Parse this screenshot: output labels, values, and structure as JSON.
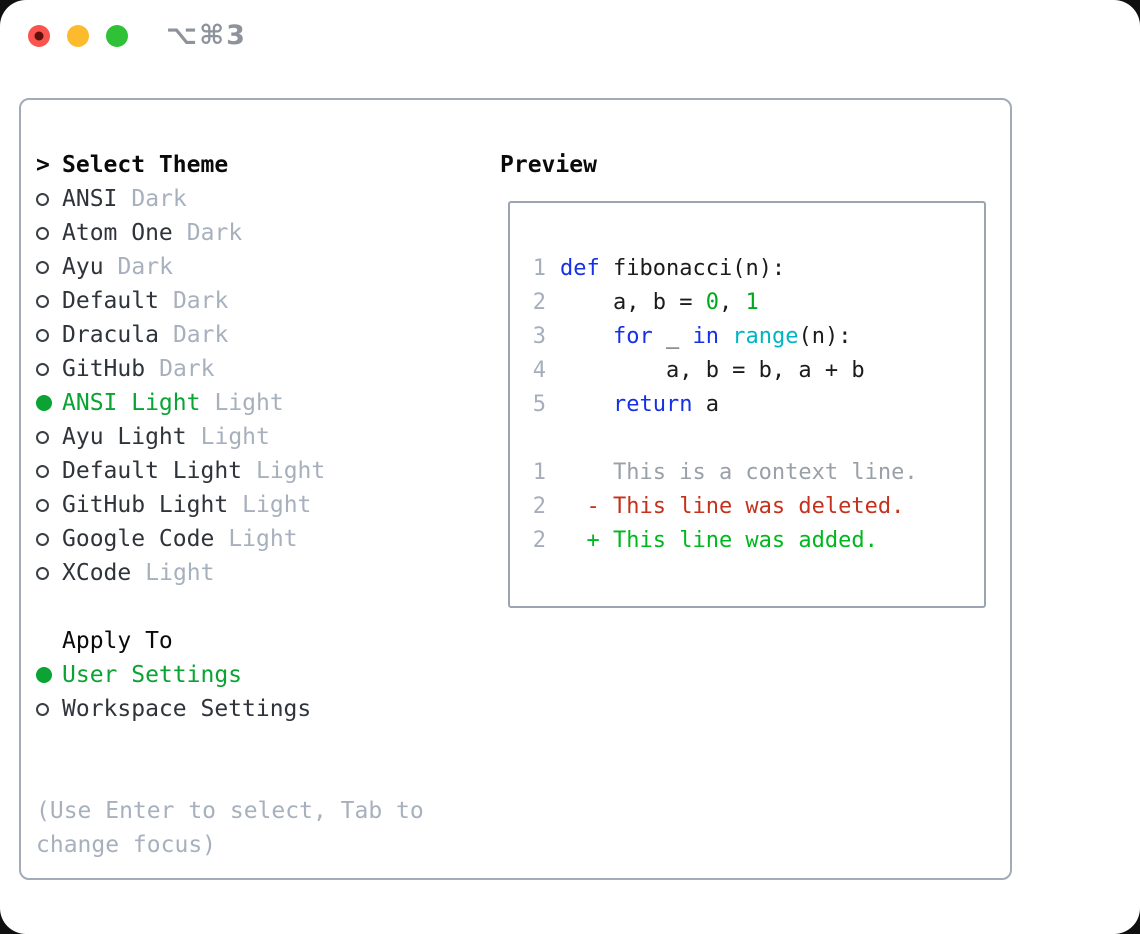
{
  "titlebar": {
    "title": "⌥⌘3",
    "buttons": [
      {
        "role": "close",
        "has_dot": true
      },
      {
        "role": "minimize",
        "has_dot": false
      },
      {
        "role": "zoom",
        "has_dot": false
      }
    ]
  },
  "theme_panel": {
    "header": {
      "prompt": ">",
      "label": "Select Theme"
    },
    "themes": [
      {
        "name": "ANSI",
        "tag": "Dark",
        "selected": false
      },
      {
        "name": "Atom One",
        "tag": "Dark",
        "selected": false
      },
      {
        "name": "Ayu",
        "tag": "Dark",
        "selected": false
      },
      {
        "name": "Default",
        "tag": "Dark",
        "selected": false
      },
      {
        "name": "Dracula",
        "tag": "Dark",
        "selected": false
      },
      {
        "name": "GitHub",
        "tag": "Dark",
        "selected": false
      },
      {
        "name": "ANSI Light",
        "tag": "Light",
        "selected": true
      },
      {
        "name": "Ayu Light",
        "tag": "Light",
        "selected": false
      },
      {
        "name": "Default Light",
        "tag": "Light",
        "selected": false
      },
      {
        "name": "GitHub Light",
        "tag": "Light",
        "selected": false
      },
      {
        "name": "Google Code",
        "tag": "Light",
        "selected": false
      },
      {
        "name": "XCode",
        "tag": "Light",
        "selected": false
      }
    ],
    "apply_to": {
      "label": "Apply To",
      "options": [
        {
          "name": "User Settings",
          "selected": true
        },
        {
          "name": "Workspace Settings",
          "selected": false
        }
      ]
    },
    "hint": "(Use Enter to select, Tab to change focus)"
  },
  "preview": {
    "label": "Preview",
    "code_lines": [
      {
        "num": "1",
        "segments": [
          {
            "t": "def",
            "c": "keyword"
          },
          {
            "t": " fibonacci(n):",
            "c": "plain"
          }
        ]
      },
      {
        "num": "2",
        "segments": [
          {
            "t": "    a, b = ",
            "c": "plain"
          },
          {
            "t": "0",
            "c": "number"
          },
          {
            "t": ", ",
            "c": "plain"
          },
          {
            "t": "1",
            "c": "number"
          }
        ]
      },
      {
        "num": "3",
        "segments": [
          {
            "t": "    ",
            "c": "plain"
          },
          {
            "t": "for",
            "c": "keyword"
          },
          {
            "t": " _ ",
            "c": "plain"
          },
          {
            "t": "in",
            "c": "keyword"
          },
          {
            "t": " ",
            "c": "plain"
          },
          {
            "t": "range",
            "c": "builtin"
          },
          {
            "t": "(n):",
            "c": "plain"
          }
        ]
      },
      {
        "num": "4",
        "segments": [
          {
            "t": "        a, b = b, a + b",
            "c": "plain"
          }
        ]
      },
      {
        "num": "5",
        "segments": [
          {
            "t": "    ",
            "c": "plain"
          },
          {
            "t": "return",
            "c": "keyword"
          },
          {
            "t": " a",
            "c": "plain"
          }
        ]
      }
    ],
    "diff_lines": [
      {
        "num": "1",
        "segments": [
          {
            "t": "    This is a context line.",
            "c": "context"
          }
        ]
      },
      {
        "num": "2",
        "segments": [
          {
            "t": "  - This line was deleted.",
            "c": "deleted"
          }
        ]
      },
      {
        "num": "2",
        "segments": [
          {
            "t": "  + This line was added.",
            "c": "added"
          }
        ]
      }
    ]
  },
  "colors": {
    "accent_green": "#0aa334",
    "added_green": "#00b81e",
    "number_green": "#00a81e",
    "keyword_blue": "#1530e6",
    "builtin_cyan": "#00b5c4",
    "deleted_red": "#c5321c",
    "context_gray": "#9aa0a8",
    "muted_gray": "#a7b0bd",
    "text_dark": "#2f343a",
    "heading_black": "#0a0a0a",
    "border_gray": "#a2abb8",
    "line_number_gray": "#a6aebd",
    "title_gray": "#8e939b",
    "traffic_red": "#f9544e",
    "traffic_yellow": "#fcbb2d",
    "traffic_green": "#2fc236"
  }
}
